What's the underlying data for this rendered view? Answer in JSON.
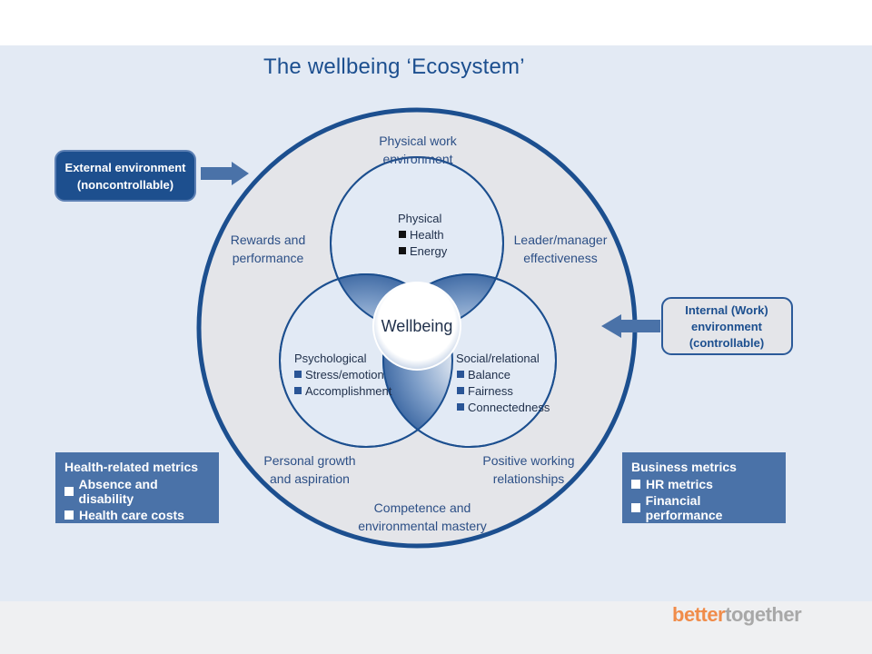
{
  "title": "The wellbeing ‘Ecosystem’",
  "external": {
    "line1": "External environment",
    "line2": "(noncontrollable)"
  },
  "internal": {
    "line1": "Internal (Work)",
    "line2": "environment",
    "line3": "(controllable)"
  },
  "outer_labels": {
    "physical_work_1": "Physical work",
    "physical_work_2": "environment",
    "rewards_1": "Rewards and",
    "rewards_2": "performance",
    "leader_1": "Leader/manager",
    "leader_2": "effectiveness",
    "personal_1": "Personal growth",
    "personal_2": "and aspiration",
    "positive_1": "Positive working",
    "positive_2": "relationships",
    "competence_1": "Competence and",
    "competence_2": "environmental mastery"
  },
  "physical": {
    "title": "Physical",
    "items": [
      "Health",
      "Energy"
    ]
  },
  "psychological": {
    "title": "Psychological",
    "items": [
      "Stress/emotion",
      "Accomplishment"
    ]
  },
  "social": {
    "title": "Social/relational",
    "items": [
      "Balance",
      "Fairness",
      "Connectedness"
    ]
  },
  "center": "Wellbeing",
  "health_metrics": {
    "title": "Health-related metrics",
    "items": [
      "Absence and disability",
      "Health care costs"
    ]
  },
  "business_metrics": {
    "title": "Business metrics",
    "items": [
      "HR metrics",
      "Financial performance"
    ]
  },
  "logo": {
    "part1": "better",
    "part2": "together"
  },
  "colors": {
    "navy": "#1c4f8f",
    "box_blue": "#4a72a8",
    "panel": "#e3eaf4",
    "logo_orange": "#f08c4a"
  }
}
